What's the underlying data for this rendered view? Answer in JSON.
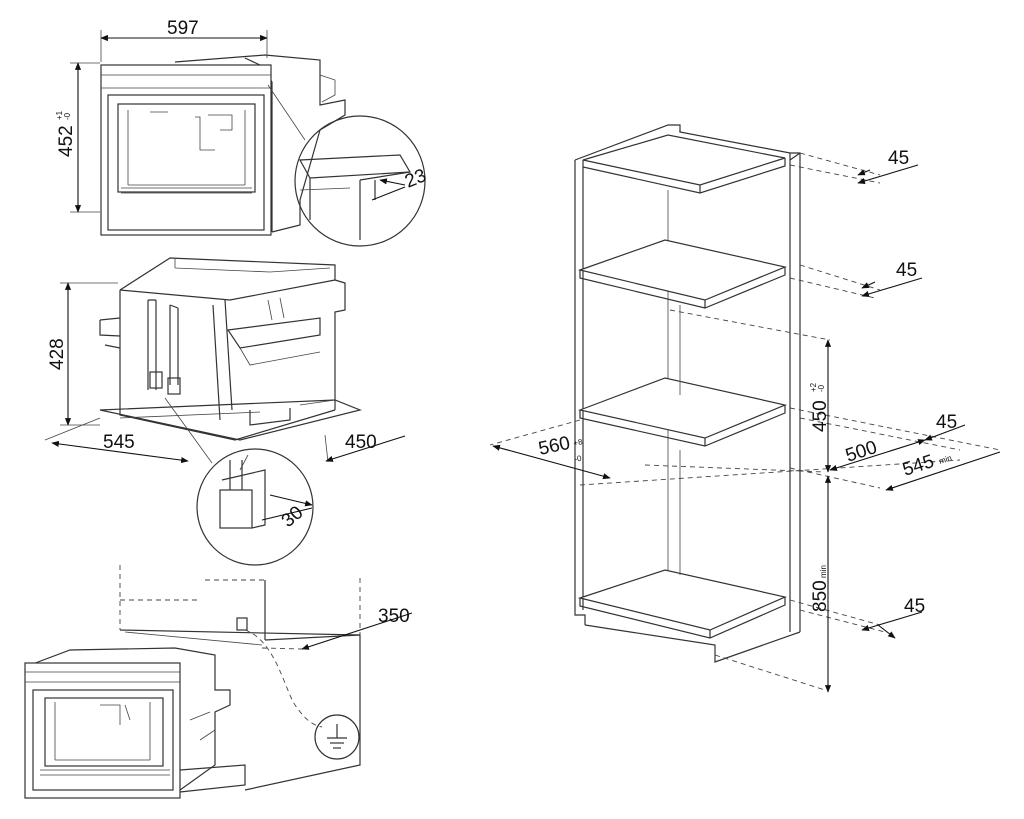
{
  "drawing1": {
    "width": "597",
    "height": "452",
    "height_tol_plus": "+1",
    "height_tol_minus": "-0",
    "detail": "23"
  },
  "drawing2": {
    "height": "428",
    "depth": "545",
    "depth_front": "450",
    "detail": "30"
  },
  "drawing3": {
    "offset": "350"
  },
  "cabinet": {
    "gap_top": "45",
    "gap_shelf": "45",
    "opening_height": "450",
    "opening_tol_plus": "+2",
    "opening_tol_minus": "-0",
    "gap_mid": "45",
    "depth": "500",
    "depth_min": "545",
    "depth_min_sub": "min",
    "width": "560",
    "width_tol_plus": "+8",
    "width_tol_minus": "-0",
    "floor_height": "850",
    "floor_height_sub": "min",
    "gap_bottom": "45"
  },
  "icons": {
    "ground": "ground-symbol-icon"
  }
}
